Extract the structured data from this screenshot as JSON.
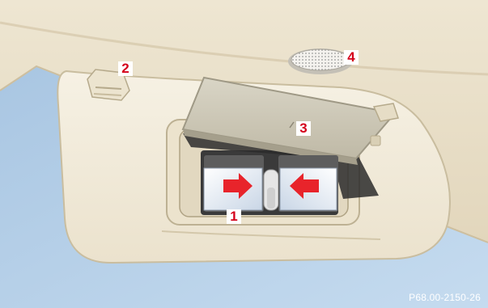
{
  "figure": {
    "code": "P68.00-2150-26",
    "palette": {
      "headliner": "#e7dcc4",
      "window": "#b6d0e8",
      "visor": "#f1ead9",
      "mirror_cover": "#cfcab9",
      "button_arrow": "#e8242b",
      "callout_text": "#d4001a"
    }
  },
  "callouts": [
    {
      "id": "1",
      "label": "1"
    },
    {
      "id": "2",
      "label": "2"
    },
    {
      "id": "3",
      "label": "3"
    },
    {
      "id": "4",
      "label": "4"
    }
  ],
  "icons": [
    "arrow-right-icon",
    "arrow-left-icon",
    "reading-lamp-icon",
    "visor-clip-icon"
  ]
}
